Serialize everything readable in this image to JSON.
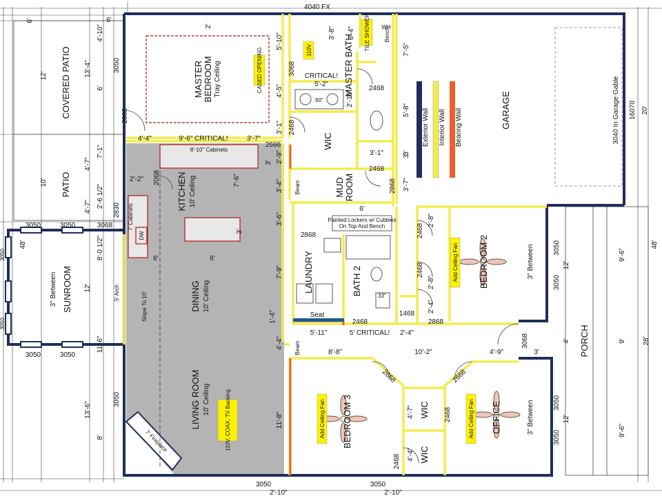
{
  "colors": {
    "exterior_wall": "#1f2e5a",
    "interior_wall": "#f2ec4e",
    "bearing_wall": "#e8622c",
    "floor_gray": "#b4b4b4",
    "callout_yellow": "#fff200",
    "cabinet_red": "#b01818",
    "garage_door_line": "#999999"
  },
  "legend": {
    "exterior": "Exterior Wall",
    "interior": "Interior Wall",
    "bearing": "Bearing Wall"
  },
  "rooms": {
    "master_bedroom": {
      "name": "MASTER BEDROOM",
      "ceiling": "Tray Ceiling"
    },
    "master_bath": "MASTER BATH",
    "garage": "GARAGE",
    "garage_note": "3040 In Garage Gable",
    "covered_patio": "COVERED PATIO",
    "patio": "PATIO",
    "sunroom": "SUNROOM",
    "sunroom_note": "3\" Between",
    "kitchen": {
      "name": "KITCHEN",
      "ceiling": "10' Ceiling"
    },
    "dining": {
      "name": "DINING",
      "ceiling": "10' Ceiling"
    },
    "living_room": {
      "name": "LIVING ROOM",
      "ceiling": "10' Ceiling"
    },
    "wic_master": "WIC",
    "mud_room": "MUD ROOM",
    "laundry": "LAUNDRY",
    "bath2": "BATH 2",
    "seat": "Seat",
    "bedroom2": "BEDROOM 2",
    "bedroom2_note": "3\" Between",
    "bedroom3": "BEDROOM 3",
    "office": "OFFICE",
    "office_note": "3\" Between",
    "wic_office": "WIC",
    "wic_bed3": "WIC",
    "porch": "PORCH"
  },
  "callouts": {
    "outlet_110v": "110V",
    "tile_shower": "TILE SHOWER",
    "cased_opening": "CASED OPENING",
    "tv_backing": "110V, COAX, TV Backing",
    "ceiling_fan": "Add Ceiling Fan",
    "lockers": "Painted Lockers w/ Cubbies On Top And Bench",
    "critical": "CRITICAL!",
    "vh": "WH",
    "bench": "Bench",
    "cabinets_8_10": "8'-10\" Cabinets",
    "cabinets_7": "7' Cabinets",
    "dw": "DW",
    "fireplace": "7' Fireplace",
    "slope": "Slope To 10'",
    "arch": "5' Arch",
    "beam": "Beam",
    "tub": "33\"",
    "sink": "60\""
  },
  "dimensions": [
    {
      "id": "top-window",
      "text": "4040 FX"
    },
    {
      "id": "d6",
      "text": "6'"
    },
    {
      "id": "d12",
      "text": "12'"
    },
    {
      "id": "d10",
      "text": "10'"
    },
    {
      "id": "d48a",
      "text": "48'"
    },
    {
      "id": "d3050-sun-left",
      "text": "3050"
    },
    {
      "id": "d3050-sun-left2",
      "text": "3050"
    },
    {
      "id": "d4-10",
      "text": "4'-10\""
    },
    {
      "id": "d13-4",
      "text": "13'-4\""
    },
    {
      "id": "d6b",
      "text": "6'"
    },
    {
      "id": "d7-1",
      "text": "7'-1\""
    },
    {
      "id": "d4-7",
      "text": "4'-7\""
    },
    {
      "id": "d4-7b",
      "text": "4'-7\""
    },
    {
      "id": "d2-6",
      "text": "2'-6 1/2\""
    },
    {
      "id": "d8-0",
      "text": "8'-0 1/2\""
    },
    {
      "id": "d12b",
      "text": "12'"
    },
    {
      "id": "d11-6",
      "text": "11'-6\""
    },
    {
      "id": "d13-6",
      "text": "13'-6\""
    },
    {
      "id": "d8",
      "text": "8'"
    },
    {
      "id": "w3050-patio",
      "text": "3050"
    },
    {
      "id": "w2868-patio",
      "text": "2868"
    },
    {
      "id": "w2830",
      "text": "2830"
    },
    {
      "id": "sun-top-1",
      "text": "3050"
    },
    {
      "id": "sun-top-2",
      "text": "3050"
    },
    {
      "id": "sun-top-3",
      "text": "3068"
    },
    {
      "id": "sun-bot-1",
      "text": "3050"
    },
    {
      "id": "sun-bot-2",
      "text": "3050"
    },
    {
      "id": "w3050-living",
      "text": "3050"
    },
    {
      "id": "d2",
      "text": "2'"
    },
    {
      "id": "d5-10",
      "text": "5'-10\""
    },
    {
      "id": "d4-5",
      "text": "4'-5\""
    },
    {
      "id": "d4-4",
      "text": "4'-4\""
    },
    {
      "id": "d9-6-crit",
      "text": "9'-6\" CRITICAL!"
    },
    {
      "id": "d3-7",
      "text": "3'-7\""
    },
    {
      "id": "d2666",
      "text": "2666"
    },
    {
      "id": "d3068-mb",
      "text": "3068"
    },
    {
      "id": "d3-1",
      "text": "3'-1\""
    },
    {
      "id": "d2468-mb",
      "text": "2468"
    },
    {
      "id": "d2-9",
      "text": "2'-9\""
    },
    {
      "id": "d3-4",
      "text": "3'-4\""
    },
    {
      "id": "d3-6",
      "text": "3'-6\""
    },
    {
      "id": "d7-9",
      "text": "7'-9\""
    },
    {
      "id": "d1-4",
      "text": "1'-4\""
    },
    {
      "id": "d4-4b",
      "text": "4'-4\""
    },
    {
      "id": "d11-8",
      "text": "11'-8\""
    },
    {
      "id": "d2-2",
      "text": "2'-2\""
    },
    {
      "id": "d2068",
      "text": "2068"
    },
    {
      "id": "d7-6",
      "text": "7'-6\""
    },
    {
      "id": "d3-kitchen",
      "text": "3'"
    },
    {
      "id": "d3-dining",
      "text": "3'"
    },
    {
      "id": "d6-kitchen",
      "text": "6'"
    },
    {
      "id": "d6-kitchen2",
      "text": "6'"
    },
    {
      "id": "d3-8",
      "text": "3'-8\""
    },
    {
      "id": "d3-4-tile",
      "text": "3'-4\""
    },
    {
      "id": "d5-2",
      "text": "5'-2\""
    },
    {
      "id": "d2-10",
      "text": "2'-10\""
    },
    {
      "id": "d2468-bath",
      "text": "2468"
    },
    {
      "id": "d3-1b",
      "text": "3'-1\""
    },
    {
      "id": "d3-wic",
      "text": "3'"
    },
    {
      "id": "d2468-wic",
      "text": "2468"
    },
    {
      "id": "d2868-mud",
      "text": "2868"
    },
    {
      "id": "d6-mud",
      "text": "6'"
    },
    {
      "id": "d7-5",
      "text": "7'-5\""
    },
    {
      "id": "d5-8",
      "text": "5'-8\""
    },
    {
      "id": "d3-g",
      "text": "3'"
    },
    {
      "id": "d3-7g",
      "text": "3'-7\""
    },
    {
      "id": "d16070",
      "text": "16070"
    },
    {
      "id": "d20",
      "text": "20'"
    },
    {
      "id": "d2868-laundry",
      "text": "2868"
    },
    {
      "id": "d2468-bath2",
      "text": "2468"
    },
    {
      "id": "d1468",
      "text": "1468"
    },
    {
      "id": "d2868-bed2",
      "text": "2868"
    },
    {
      "id": "d2468-bed2a",
      "text": "2468"
    },
    {
      "id": "d2468-bed2b",
      "text": "2468"
    },
    {
      "id": "d2-8a",
      "text": "2'-8\""
    },
    {
      "id": "d2-8b",
      "text": "2'-8\""
    },
    {
      "id": "d2-4",
      "text": "2'-4\""
    },
    {
      "id": "d5-11",
      "text": "5'-11\""
    },
    {
      "id": "d5-crit",
      "text": "5' CRITICAL!"
    },
    {
      "id": "d2-4b",
      "text": "2'-4\""
    },
    {
      "id": "d3050-bed2a",
      "text": "3050"
    },
    {
      "id": "d3050-bed2b",
      "text": "3050"
    },
    {
      "id": "d12-bed2",
      "text": "12'"
    },
    {
      "id": "d9-6a",
      "text": "9'-6\""
    },
    {
      "id": "d48b",
      "text": "48'"
    },
    {
      "id": "d3068-porch",
      "text": "3068"
    },
    {
      "id": "d4-porch",
      "text": "4'"
    },
    {
      "id": "d9-porch",
      "text": "9'"
    },
    {
      "id": "d28",
      "text": "28'"
    },
    {
      "id": "d8-8",
      "text": "8'-8\""
    },
    {
      "id": "d10-2",
      "text": "10'-2\""
    },
    {
      "id": "d4-9",
      "text": "4'-9\""
    },
    {
      "id": "d3-porch",
      "text": "3'"
    },
    {
      "id": "d2668-bed3",
      "text": "2668"
    },
    {
      "id": "d2668-office",
      "text": "2668"
    },
    {
      "id": "d4-7wic",
      "text": "4'-7\""
    },
    {
      "id": "d2468-wic2",
      "text": "2468"
    },
    {
      "id": "d4-4wic",
      "text": "4'-4\""
    },
    {
      "id": "d2468-wic3",
      "text": "2468"
    },
    {
      "id": "d3050-office",
      "text": "3050"
    },
    {
      "id": "d3050-office2",
      "text": "3050"
    },
    {
      "id": "d12-office",
      "text": "12'"
    },
    {
      "id": "d9-6b",
      "text": "9'-6\""
    },
    {
      "id": "b3050",
      "text": "3050"
    },
    {
      "id": "b2-10",
      "text": "2'-10\""
    },
    {
      "id": "b3050b",
      "text": "3050"
    },
    {
      "id": "b2-10b",
      "text": "2'-10\""
    },
    {
      "id": "d6top",
      "text": "6'"
    }
  ]
}
